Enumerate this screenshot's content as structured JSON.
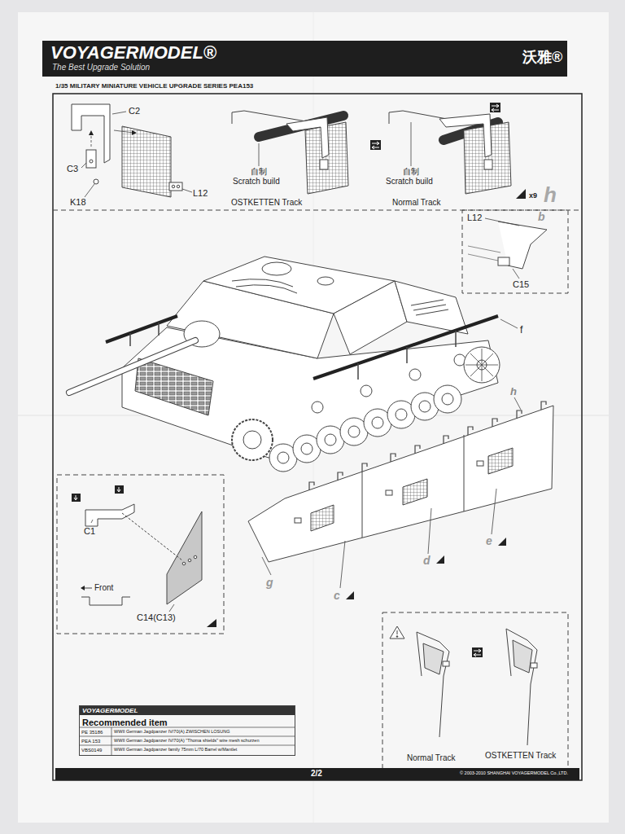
{
  "diagram": {
    "title": "1/35 MILITARY MINIATURE VEHICLE UPGRADE SERIES PEA153",
    "nodes": [
      {
        "text": [
          "VOYAGERMODEL®",
          "The Best Upgrade Solution",
          "沃雅®"
        ]
      },
      {
        "text": [
          "VOYAGERMODEL",
          "Recommended item"
        ]
      },
      {
        "text": [
          "2/2",
          "© 2003-2010 SHANGHAI VOYAGERMODEL Co.,LTD."
        ]
      }
    ],
    "labels": [
      "C2",
      "C3",
      "K18",
      "L12",
      "自制",
      "Scratch build",
      "OSTKETTEN Track",
      "自制",
      "Scratch build",
      "Normal Track",
      "x9",
      "h",
      "L12",
      "b",
      "C15",
      "f",
      "h",
      "g",
      "c",
      "d",
      "e",
      "C1",
      "Front",
      "C14(C13)",
      "Normal Track",
      "OSTKETTEN Track",
      "PE 35186",
      "WWII German Jagdpanzer IV/70(A) ZWISCHEN LOSUNG",
      "PEA 153",
      "WWII German Jagdpanzer IV/70(A) \"Thoma shields\" wire mesh schurzen",
      "VBS0149",
      "WWII German Jagdpanzer family 75mm L/70 Barrel w/Mantlet"
    ]
  }
}
